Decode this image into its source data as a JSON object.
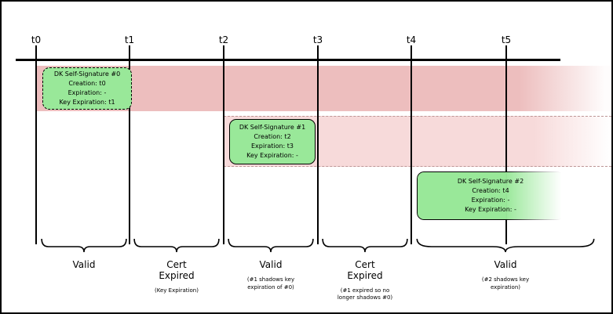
{
  "diagram": {
    "ticks": [
      "t0",
      "t1",
      "t2",
      "t3",
      "t4",
      "t5"
    ],
    "signatures": [
      {
        "title": "DK Self-Signature #0",
        "lines": [
          "Creation: t0",
          "Expiration: -",
          "Key Expiration: t1"
        ]
      },
      {
        "title": "DK Self-Signature #1",
        "lines": [
          "Creation: t2",
          "Expiration: t3",
          "Key Expiration: -"
        ]
      },
      {
        "title": "DK Self-Signature #2",
        "lines": [
          "Creation: t4",
          "Expiration: -",
          "Key Expiration: -"
        ]
      }
    ],
    "segments": [
      {
        "label": "Valid",
        "note": ""
      },
      {
        "label": "Cert Expired",
        "note": "(Key Expiration)"
      },
      {
        "label": "Valid",
        "note": "(#1 shadows key expiration of #0)"
      },
      {
        "label": "Cert Expired",
        "note": "(#1 expired so no longer shadows #0)"
      },
      {
        "label": "Valid",
        "note": "(#2 shadows key expiration)"
      }
    ],
    "colors": {
      "band_strong": "#edbebe",
      "band_light": "#f7dada",
      "box_green": "#99e899",
      "line": "#000000"
    }
  }
}
